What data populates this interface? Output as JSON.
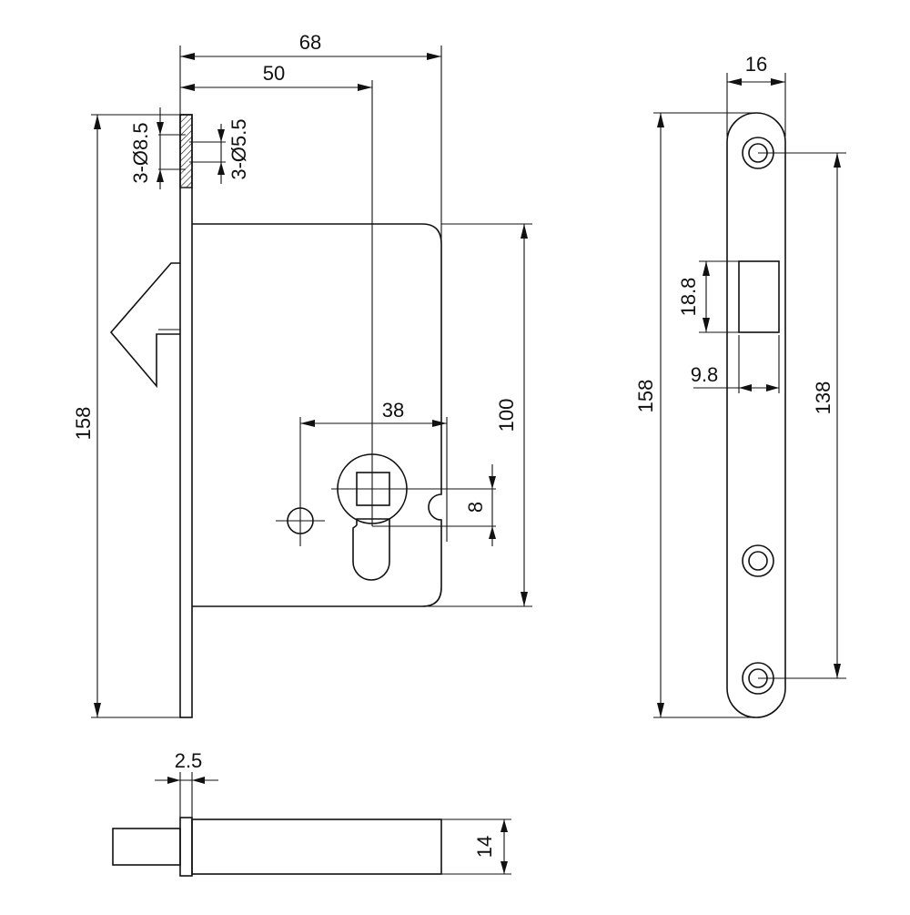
{
  "dimensions": {
    "front_width": "68",
    "spindle_backset": "50",
    "screw_countersink": "3-Ø8.5",
    "screw_hole": "3-Ø5.5",
    "faceplate_height_left": "158",
    "case_height": "100",
    "cylinder_center": "38",
    "cylinder_offset": "8",
    "faceplate_width": "16",
    "bolt_height": "18.8",
    "bolt_width": "9.8",
    "faceplate_height_right": "158",
    "screw_spacing": "138",
    "faceplate_thickness": "2.5",
    "bolt_projection": "14"
  },
  "colors": {
    "line": "#111111",
    "background": "#ffffff"
  }
}
